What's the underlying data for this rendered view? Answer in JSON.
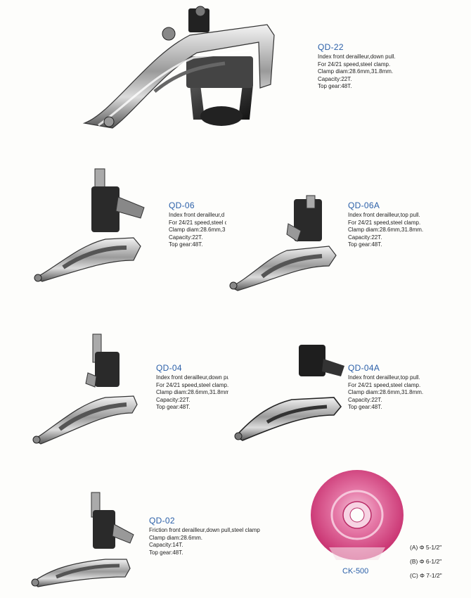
{
  "products": [
    {
      "code": "QD-22",
      "lines": [
        "Index front derailleur,down pull.",
        "For 24/21 speed,steel clamp.",
        "Clamp diam:28.6mm,31.8mm.",
        "Capacity:22T.",
        "Top gear:48T."
      ]
    },
    {
      "code": "QD-06",
      "lines": [
        "Index front derailleur,d",
        "For 24/21 speed,steel c",
        "Clamp diam:28.6mm,3",
        "Capacity:22T.",
        "Top gear:48T."
      ]
    },
    {
      "code": "QD-06A",
      "lines": [
        "Index front derailleur,top pull.",
        "For 24/21 speed,steel clamp.",
        "Clamp diam:28.6mm,31.8mm.",
        "Capacity:22T.",
        "Top gear:48T."
      ]
    },
    {
      "code": "QD-04",
      "lines": [
        "Index front derailleur,down pu",
        "For 24/21 speed,steel clamp.",
        "Clamp diam:28.6mm,31.8mm",
        "Capacity:22T.",
        "Top gear:48T."
      ]
    },
    {
      "code": "QD-04A",
      "lines": [
        "Index front derailleur,top pull.",
        "For 24/21 speed,steel clamp.",
        "Clamp diam:28.6mm,31.8mm.",
        "Capacity:22T.",
        "Top gear:48T."
      ]
    },
    {
      "code": "QD-02",
      "lines": [
        "Friction front derailleur,down pull,steel clamp",
        "Clamp diam:28.6mm.",
        "Capacity:14T.",
        "Top gear:48T."
      ]
    }
  ],
  "chainguard": {
    "code": "CK-500",
    "options": [
      "(A) Φ 5-1/2\"",
      "(B) Φ 6-1/2\"",
      "(C) Φ 7-1/2\""
    ],
    "color": "#d9578e"
  }
}
